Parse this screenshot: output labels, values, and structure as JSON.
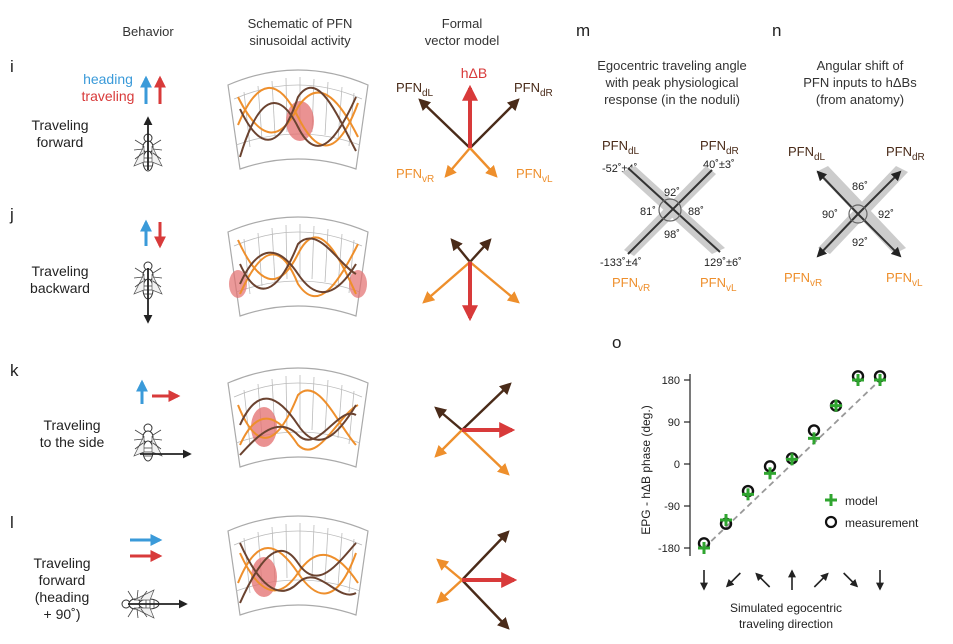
{
  "headers": {
    "behavior": "Behavior",
    "schematic": [
      "Schematic of PFN",
      "sinusoidal activity"
    ],
    "vector": [
      "Formal",
      "vector model"
    ]
  },
  "panels": {
    "i": "i",
    "j": "j",
    "k": "k",
    "l": "l",
    "m": "m",
    "n": "n",
    "o": "o"
  },
  "legend_heading": "heading",
  "legend_traveling": "traveling",
  "rows": {
    "i": [
      "Traveling",
      "forward"
    ],
    "j": [
      "Traveling",
      "backward"
    ],
    "k": [
      "Traveling",
      "to the side"
    ],
    "l": [
      "Traveling",
      "forward",
      "(heading",
      "+ 90˚)"
    ]
  },
  "pfn": {
    "dL": [
      "PFN",
      "dL"
    ],
    "dR": [
      "PFN",
      "dR"
    ],
    "vR": [
      "PFN",
      "vR"
    ],
    "vL": [
      "PFN",
      "vL"
    ],
    "hdb": "hΔB"
  },
  "panel_m": {
    "title": [
      "Egocentric traveling angle",
      "with peak physiological",
      "response (in the noduli)"
    ],
    "angle_dL": "-52˚±4˚",
    "angle_dR": "40˚±3˚",
    "angle_vR": "-133˚±4˚",
    "angle_vL": "129˚±6˚",
    "a_top": "92˚",
    "a_left": "81˚",
    "a_right": "88˚",
    "a_bottom": "98˚"
  },
  "panel_n": {
    "title": [
      "Angular shift of",
      "PFN inputs to hΔBs",
      "(from anatomy)"
    ],
    "a_top": "86˚",
    "a_left": "90˚",
    "a_right": "92˚",
    "a_bottom": "92˚"
  },
  "colors": {
    "heading": "#3a9ad9",
    "traveling": "#d83a3a",
    "pfn_d": "#4a2b19",
    "pfn_v": "#ee8f2c",
    "model": "#2fa52f",
    "bump": "#e36d6d"
  },
  "chart_data": {
    "type": "scatter",
    "title": "",
    "xlabel": "Simulated egocentric traveling direction",
    "ylabel": "EPG - hΔB phase (deg.)",
    "yticks": [
      "180",
      "90",
      "0",
      "-90",
      "-180"
    ],
    "ylim": [
      -180,
      180
    ],
    "x_direction_icons": [
      "arrow-down-icon",
      "arrow-down-left-icon",
      "arrow-up-left-icon",
      "arrow-up-icon",
      "arrow-up-right-icon",
      "arrow-down-right-icon",
      "arrow-down-icon"
    ],
    "x": [
      -180,
      -135,
      -90,
      -45,
      0,
      45,
      90,
      135,
      180
    ],
    "series": [
      {
        "name": "model",
        "marker": "plus",
        "values": [
          -180,
          -120,
          -65,
          -20,
          10,
          55,
          125,
          180,
          180
        ]
      },
      {
        "name": "measurement",
        "marker": "circle",
        "values": [
          -170,
          -128,
          -58,
          -5,
          12,
          72,
          125,
          188,
          188
        ]
      }
    ],
    "legend": [
      "model",
      "measurement"
    ],
    "grid": false
  }
}
